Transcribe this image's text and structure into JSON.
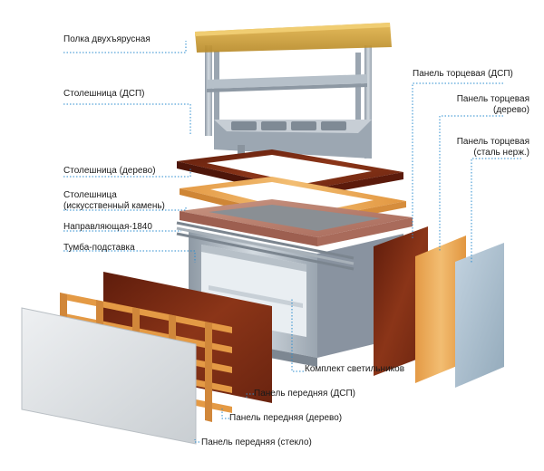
{
  "labels": {
    "shelf_two_tier": "Полка двухъярусная",
    "countertop_dsp": "Столешница (ДСП)",
    "countertop_wood": "Столешница (дерево)",
    "countertop_stone_l1": "Столешница",
    "countertop_stone_l2": "(искусственный камень)",
    "guide_rail": "Направляющая-1840",
    "cabinet_stand": "Тумба-подставка",
    "end_panel_dsp": "Панель торцевая (ДСП)",
    "end_panel_wood_l1": "Панель торцевая",
    "end_panel_wood_l2": "(дерево)",
    "end_panel_steel_l1": "Панель торцевая",
    "end_panel_steel_l2": "(сталь нерж.)",
    "lights_kit": "Комплект светильников",
    "front_panel_dsp": "Панель передняя (ДСП)",
    "front_panel_wood": "Панель передняя (дерево)",
    "front_panel_glass": "Панель передняя (стекло)"
  },
  "colors": {
    "leader_line": "#2b8ccf",
    "steel": "#b8c2cc",
    "dark_wood": "#7a2a14",
    "light_wood": "#e8a352",
    "stone": "#c08472",
    "glass_amber": "#d9a93a",
    "glass_panel": "#dfe3e6",
    "steel_panel": "#a9bfd0"
  }
}
